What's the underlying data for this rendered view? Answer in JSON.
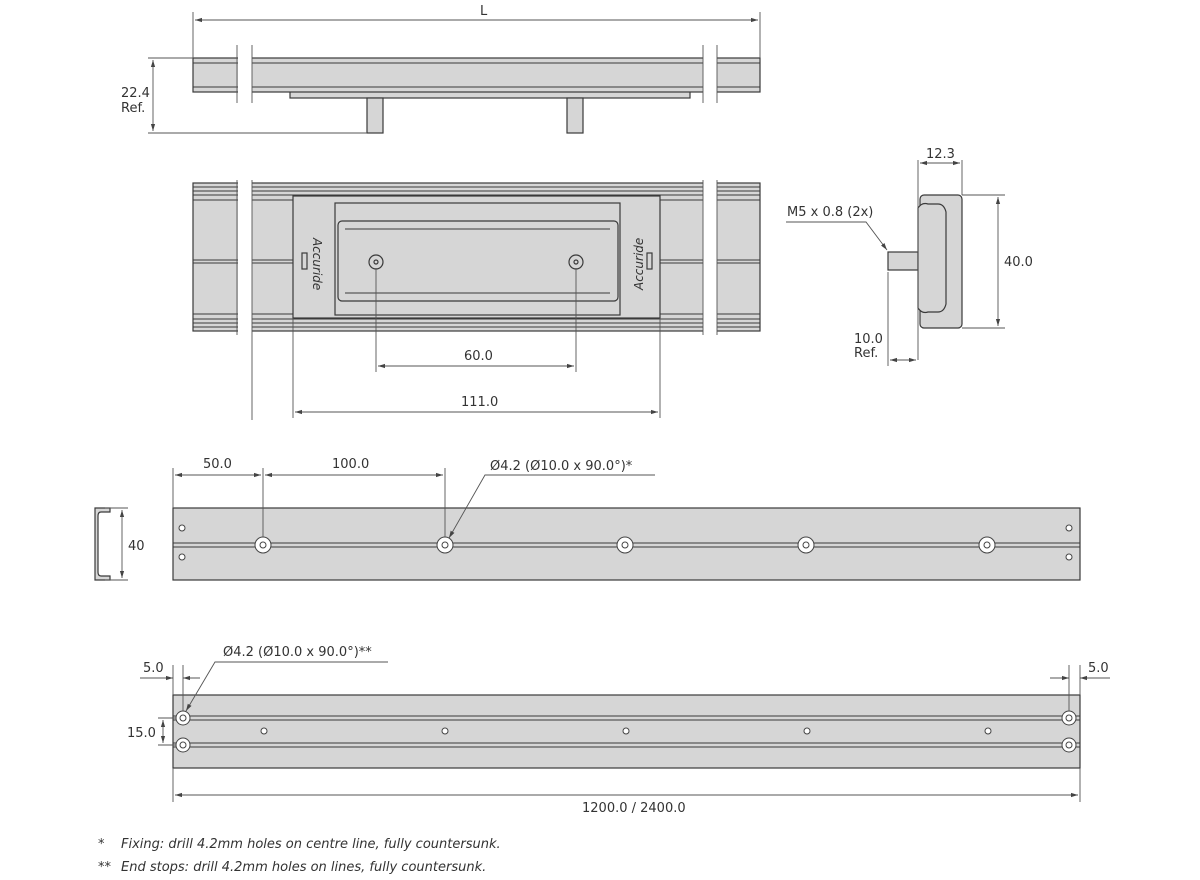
{
  "side_view": {
    "length_label": "L",
    "height_value": "22.4",
    "height_ref": "Ref."
  },
  "plan_view": {
    "hole_spacing": "60.0",
    "carrier_length": "111.0",
    "logo": "Accuride"
  },
  "end_view": {
    "width": "12.3",
    "height": "40.0",
    "thread": "M5 x 0.8 (2x)",
    "stud_value": "10.0",
    "stud_ref": "Ref."
  },
  "fixing_view": {
    "profile_height": "40",
    "first_hole": "50.0",
    "hole_pitch": "100.0",
    "hole_spec": "Ø4.2 (Ø10.0 x 90.0°)*"
  },
  "endstop_view": {
    "edge_left": "5.0",
    "edge_right": "5.0",
    "line_spacing": "15.0",
    "hole_spec": "Ø4.2 (Ø10.0 x 90.0°)**",
    "length": "1200.0 / 2400.0"
  },
  "notes": [
    {
      "mark": "*",
      "text": "Fixing: drill 4.2mm holes on centre line, fully countersunk."
    },
    {
      "mark": "**",
      "text": "End stops: drill 4.2mm holes on lines, fully countersunk."
    }
  ]
}
